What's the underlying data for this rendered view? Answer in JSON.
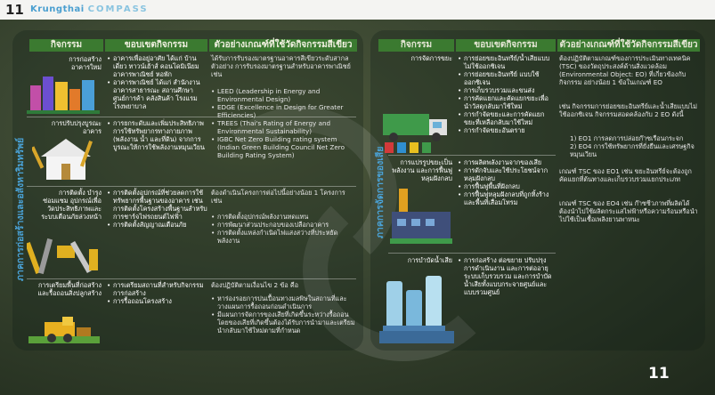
{
  "header": {
    "page_number": "11",
    "brand_main": "Krungthai",
    "brand_sub": "COMPASS"
  },
  "footer": {
    "page_number": "11"
  },
  "left": {
    "section_label": "ภาคการก่อสร้างและอสังหาริมทรัพย์",
    "headers": [
      "กิจกรรม",
      "ขอบเขตกิจกรรม",
      "ตัวอย่างเกณฑ์ที่ใช้วัดกิจกรรมสีเขียว"
    ],
    "rows": [
      {
        "activity": "การก่อสร้างอาคารใหม่",
        "scope": [
          "อาคารเพื่ออยู่อาศัย ได้แก่ บ้านเดี่ยว ทาวน์เฮ้าส์ คอนโดมิเนียม อาคารพาณิชย์ หอพัก",
          "อาคารพาณิชย์ ได้แก่ สำนักงาน อาคารสาธารณะ สถานศึกษา ศูนย์การค้า คลังสินค้า โรงแรม โรงพยาบาล"
        ],
        "criteria_intro": "ได้รับการรับรองมาตรฐานอาคารสีเขียวระดับสากล ตัวอย่าง การรับรองมาตรฐานสำหรับอาคารพาณิชย์ เช่น",
        "criteria": [
          "LEED (Leadership in Energy and Environmental Design)",
          "EDGE (Excellence in Design for Greater Efficiencies)",
          "TREES (Thai's Rating of Energy and Environmental Sustainability)",
          "IGBC Net Zero Building rating system (Indian Green Building Council Net Zero Building Rating System)"
        ]
      },
      {
        "activity": "การปรับปรุงบูรณะอาคาร",
        "scope": [
          "การยกระดับและเพิ่มประสิทธิภาพการใช้ทรัพยากรทางกายภาพ (พลังงาน น้ำ และที่ดิน) จากการบูรณะให้การใช้พลังงานหมุนเวียน"
        ],
        "criteria_intro": "",
        "criteria": []
      },
      {
        "activity": "การติดตั้ง บำรุงซ่อมแซม อุปกรณ์เพื่อวัดประสิทธิภาพและระบบเตือนภัยล่วงหน้า",
        "scope": [
          "การติดตั้งอุปกรณ์ที่ช่วยลดการใช้ทรัพยากรพื้นฐานของอาคาร เช่น การติดตั้งโครงสร้างพื้นฐานสำหรับการชาร์จไฟรถยนต์ไฟฟ้า",
          "การติดตั้งสัญญาณเตือนภัย"
        ],
        "criteria_intro": "ต้องดำเนินโครงการต่อไปนี้อย่างน้อย 1 โครงการ เช่น",
        "criteria": [
          "การติดตั้งอุปกรณ์พลังงานทดแทน",
          "การพัฒนาส่วนประกอบของเปลือกอาคาร",
          "การติดตั้งแหล่งกำเนิดไฟแสงสว่างที่ประหยัดพลังงาน"
        ]
      },
      {
        "activity": "การเตรียมพื้นที่ก่อสร้างและรื้อถอนสิ่งปลูกสร้าง",
        "scope": [
          "การเตรียมสถานที่สำหรับกิจกรรมการก่อสร้าง",
          "การรื้อถอนโครงสร้าง"
        ],
        "criteria_intro": "ต้องปฏิบัติตามเงื่อนไข 2 ข้อ คือ",
        "criteria": [
          "หาร่องรอยการปนเปื้อนทางมลพิษในสถานที่และวางแผนการรื้อถอนก่อนดำเนินการ",
          "มีแผนการจัดการของเสียที่เกิดขึ้นระหว่างรื้อถอน โดยของเสียที่เกิดขึ้นต้องได้รับการนำมาและเตรียมนำกลับมาใช้ใหม่ตามที่กำหนด"
        ]
      }
    ]
  },
  "right": {
    "section_label": "ภาคการจัดการของเสีย",
    "headers": [
      "กิจกรรม",
      "ขอบเขตกิจกรรม",
      "ตัวอย่างเกณฑ์ที่ใช้วัดกิจกรรมสีเขียว"
    ],
    "rows": [
      {
        "activity": "การจัดการขยะ",
        "scope": [
          "การย่อยขยะอินทรีย์/น้ำเสียแบบไม่ใช้ออกซิเจน",
          "การย่อยขยะอินทรีย์ แบบใช้ออกซิเจน",
          "การเก็บรวบรวมและขนส่ง",
          "การคัดแยกและคัดแยกขยะเพื่อนำวัสดุกลับมาใช้ใหม่",
          "การกำจัดขยะและการคัดแยกขยะที่เหลือกลับมาใช้ใหม่",
          "การกำจัดขยะอันตราย"
        ],
        "criteria_intro": "ต้องปฏิบัติตามเกณฑ์ของการประเมินทางเทคนิค (TSC) ของวัตถุประสงค์ด้านสิ่งแวดล้อม (Environmental Object: EO) ที่เกี่ยวข้องกับกิจกรรม อย่างน้อย 1 ข้อในเกณฑ์ EO",
        "criteria_intro2": "เช่น กิจกรรมการย่อยขยะอินทรีย์และน้ำเสียแบบไม่ใช้ออกซิเจน กิจกรรมสอดคล้องกับ 2 EO ดังนี้",
        "criteria": [
          "1) EO1 การลดการปล่อยก๊าซเรือนกระจก",
          "2) EO4 การใช้ทรัพยากรที่ยั่งยืนและเศรษฐกิจหมุนเวียน"
        ],
        "criteria_outro": [
          "เกณฑ์ TSC ของ EO1 เช่น ขยะอินทรีย์จะต้องถูกคัดแยกที่ต้นทางและเก็บรวบรวมแยกประเภท",
          "เกณฑ์ TSC ของ EO4 เช่น ก๊าซชีวภาพที่ผลิตได้ต้องนำไปใช้ผลิตกระแสไฟฟ้าหรือความร้อนหรือนำไปใช้เป็นเชื้อเพลิงยานพาหนะ"
        ]
      },
      {
        "activity": "การแปรรูปขยะเป็นพลังงาน และการฟื้นฟูหลุมฝังกลบ",
        "scope": [
          "การผลิตพลังงานจากของเสีย",
          "การดักจับและใช้ประโยชน์จากหลุมฝังกลบ",
          "การฟื้นฟูพื้นที่ฝังกลบ",
          "การฟื้นฟูหลุมฝังกลบที่ถูกทิ้งร้างและพื้นที่เสื่อมโทรม"
        ]
      },
      {
        "activity": "การบำบัดน้ำเสีย",
        "scope": [
          "การก่อสร้าง ต่อขยาย ปรับปรุงการดำเนินงาน และการต่ออายุระบบเก็บรวบรวม และการบำบัดน้ำเสียทั้งแบบกระจายศูนย์และแบบรวมศูนย์"
        ]
      }
    ]
  }
}
